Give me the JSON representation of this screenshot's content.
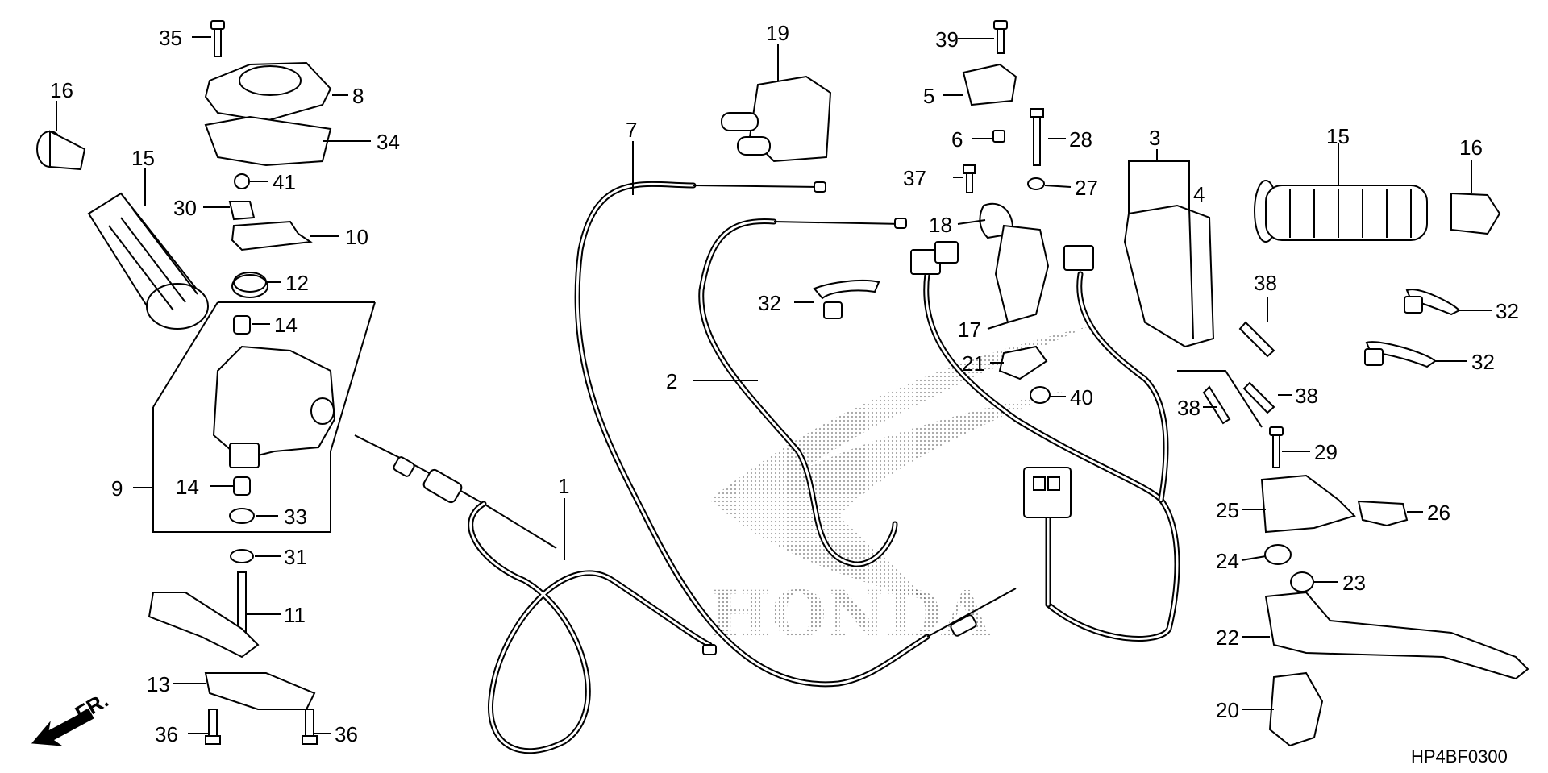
{
  "diagram": {
    "code": "HP4BF0300",
    "direction_label": "FR.",
    "watermark": "HONDA",
    "callouts": [
      {
        "id": "c35",
        "text": "35"
      },
      {
        "id": "c8",
        "text": "8"
      },
      {
        "id": "c34",
        "text": "34"
      },
      {
        "id": "c41",
        "text": "41"
      },
      {
        "id": "c30",
        "text": "30"
      },
      {
        "id": "c10",
        "text": "10"
      },
      {
        "id": "c12",
        "text": "12"
      },
      {
        "id": "c14a",
        "text": "14"
      },
      {
        "id": "c16a",
        "text": "16"
      },
      {
        "id": "c15a",
        "text": "15"
      },
      {
        "id": "c9",
        "text": "9"
      },
      {
        "id": "c14b",
        "text": "14"
      },
      {
        "id": "c33",
        "text": "33"
      },
      {
        "id": "c31",
        "text": "31"
      },
      {
        "id": "c11",
        "text": "11"
      },
      {
        "id": "c13",
        "text": "13"
      },
      {
        "id": "c36a",
        "text": "36"
      },
      {
        "id": "c36b",
        "text": "36"
      },
      {
        "id": "c7",
        "text": "7"
      },
      {
        "id": "c2",
        "text": "2"
      },
      {
        "id": "c1",
        "text": "1"
      },
      {
        "id": "c19",
        "text": "19"
      },
      {
        "id": "c32a",
        "text": "32"
      },
      {
        "id": "c39",
        "text": "39"
      },
      {
        "id": "c5",
        "text": "5"
      },
      {
        "id": "c6",
        "text": "6"
      },
      {
        "id": "c28",
        "text": "28"
      },
      {
        "id": "c37",
        "text": "37"
      },
      {
        "id": "c27",
        "text": "27"
      },
      {
        "id": "c18",
        "text": "18"
      },
      {
        "id": "c17",
        "text": "17"
      },
      {
        "id": "c21",
        "text": "21"
      },
      {
        "id": "c40",
        "text": "40"
      },
      {
        "id": "c3",
        "text": "3"
      },
      {
        "id": "c4",
        "text": "4"
      },
      {
        "id": "c15b",
        "text": "15"
      },
      {
        "id": "c16b",
        "text": "16"
      },
      {
        "id": "c38a",
        "text": "38"
      },
      {
        "id": "c32b",
        "text": "32"
      },
      {
        "id": "c32c",
        "text": "32"
      },
      {
        "id": "c38b",
        "text": "38"
      },
      {
        "id": "c38c",
        "text": "38"
      },
      {
        "id": "c29",
        "text": "29"
      },
      {
        "id": "c25",
        "text": "25"
      },
      {
        "id": "c26",
        "text": "26"
      },
      {
        "id": "c24",
        "text": "24"
      },
      {
        "id": "c23",
        "text": "23"
      },
      {
        "id": "c22",
        "text": "22"
      },
      {
        "id": "c20",
        "text": "20"
      }
    ]
  }
}
